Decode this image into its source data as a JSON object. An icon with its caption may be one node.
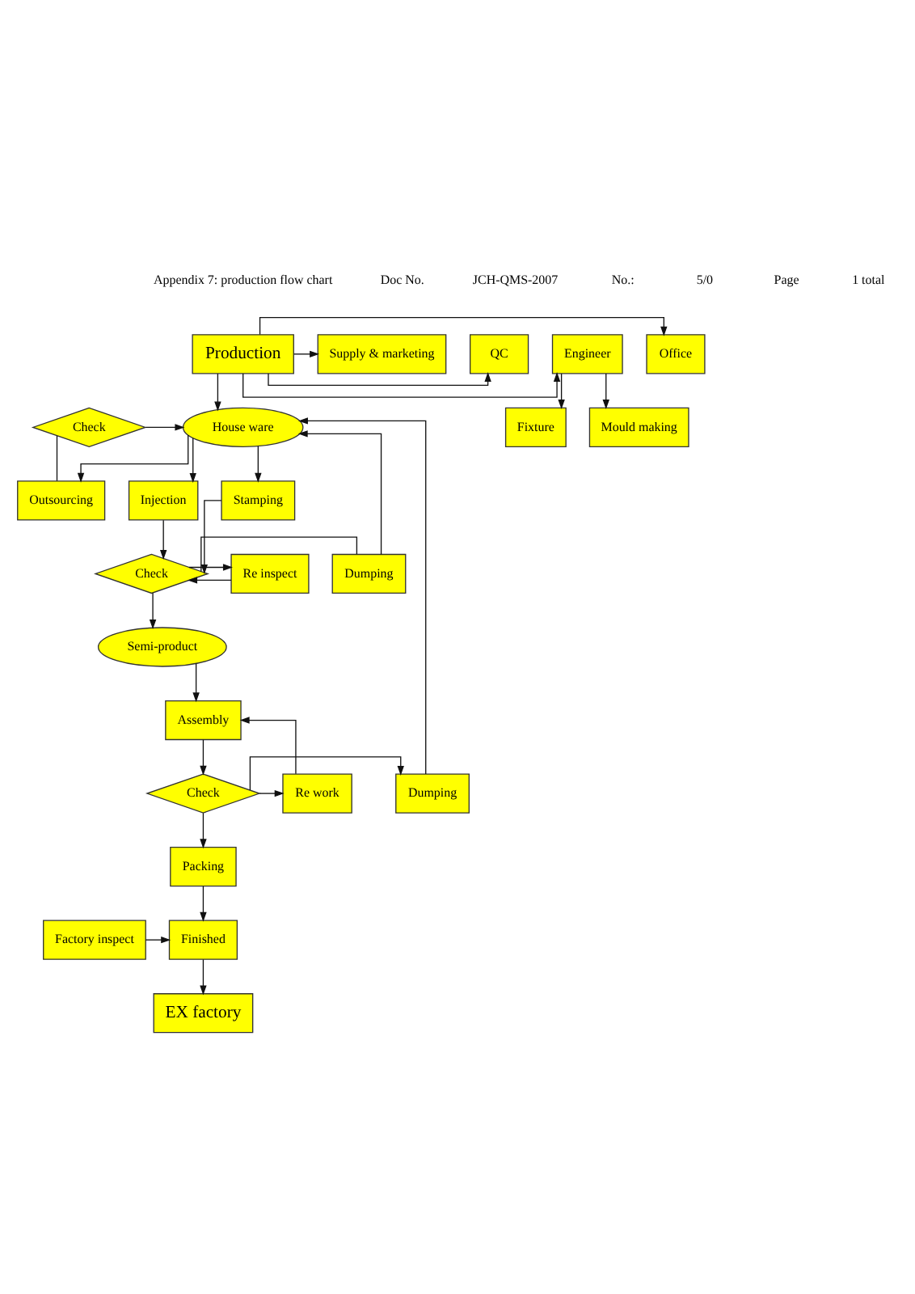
{
  "diagram": {
    "nodes": [
      {
        "text": [
          "Production"
        ]
      },
      {
        "text": [
          "Office"
        ]
      },
      {
        "text": [
          "Engineer"
        ]
      },
      {
        "text": [
          "QC"
        ]
      },
      {
        "text": [
          "Supply & marketing"
        ]
      },
      {
        "text": [
          "Fixture"
        ]
      },
      {
        "text": [
          "Mould making"
        ]
      },
      {
        "text": [
          "House ware"
        ]
      },
      {
        "text": [
          "Check"
        ]
      },
      {
        "text": [
          "Outsourcing"
        ]
      },
      {
        "text": [
          "Injection"
        ]
      },
      {
        "text": [
          "Stamping"
        ]
      },
      {
        "text": [
          "Check"
        ]
      },
      {
        "text": [
          "Dumping"
        ]
      },
      {
        "text": [
          "Re inspect"
        ]
      },
      {
        "text": [
          "Semi-product"
        ]
      },
      {
        "text": [
          "Assembly"
        ]
      },
      {
        "text": [
          "Check"
        ]
      },
      {
        "text": [
          "Dumping"
        ]
      },
      {
        "text": [
          "Re work"
        ]
      },
      {
        "text": [
          "Packing"
        ]
      },
      {
        "text": [
          "Finished"
        ]
      },
      {
        "text": [
          "Factory inspect"
        ]
      },
      {
        "text": [
          "EX factory"
        ]
      }
    ],
    "edges": [
      {
        "from": 0,
        "to": 1,
        "arrow": "to"
      },
      {
        "from": 0,
        "to": 4,
        "arrow": "to"
      },
      {
        "from": 0,
        "to": 2,
        "arrow": "to"
      },
      {
        "from": 0,
        "to": 3,
        "arrow": "to"
      },
      {
        "from": 2,
        "to": 5,
        "arrow": "to"
      },
      {
        "from": 2,
        "to": 6,
        "arrow": "to"
      },
      {
        "from": 0,
        "to": 7,
        "arrow": "to"
      },
      {
        "from": 8,
        "to": 7,
        "arrow": "to"
      },
      {
        "from": 9,
        "to": 8,
        "arrow": "none"
      },
      {
        "from": 7,
        "to": 9,
        "arrow": "to"
      },
      {
        "from": 7,
        "to": 10,
        "arrow": "to"
      },
      {
        "from": 7,
        "to": 11,
        "arrow": "to"
      },
      {
        "from": 10,
        "to": 12,
        "arrow": "to"
      },
      {
        "from": 11,
        "to": 12,
        "arrow": "to"
      },
      {
        "from": 14,
        "to": 12,
        "arrow": "to"
      },
      {
        "from": 12,
        "to": 14,
        "arrow": "to"
      },
      {
        "from": 12,
        "to": 13,
        "arrow": "none"
      },
      {
        "from": 13,
        "to": 7,
        "arrow": "to"
      },
      {
        "from": 12,
        "to": 15,
        "arrow": "to"
      },
      {
        "from": 15,
        "to": 16,
        "arrow": "to"
      },
      {
        "from": 16,
        "to": 17,
        "arrow": "to"
      },
      {
        "from": 17,
        "to": 18,
        "arrow": "to"
      },
      {
        "from": 17,
        "to": 19,
        "arrow": "to"
      },
      {
        "from": 19,
        "to": 16,
        "arrow": "to"
      },
      {
        "from": 18,
        "to": 7,
        "arrow": "to"
      },
      {
        "from": 17,
        "to": 20,
        "arrow": "to"
      },
      {
        "from": 20,
        "to": 21,
        "arrow": "to"
      },
      {
        "from": 22,
        "to": 21,
        "arrow": "to"
      },
      {
        "from": 21,
        "to": 23,
        "arrow": "to"
      }
    ],
    "labels": [
      "Appendix 7: production flow chart",
      "Doc No.",
      "JCH-QMS-2007",
      "No.:",
      "5/0",
      "Page",
      "1 total"
    ]
  }
}
